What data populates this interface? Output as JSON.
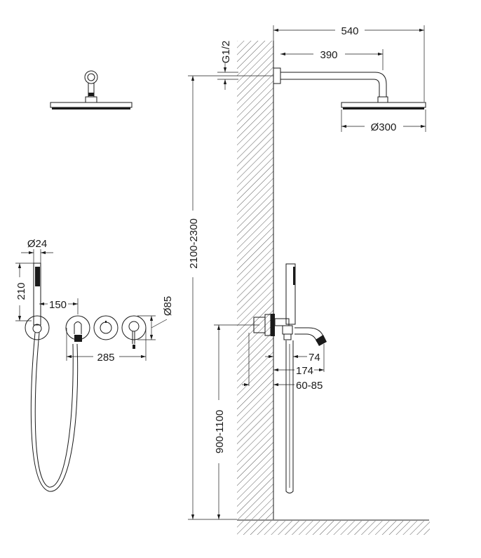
{
  "title": "Concealed shower system dimension drawing",
  "dimensions": {
    "overall_projection": "540",
    "arm_length": "390",
    "thread": "G1/2",
    "head_diameter": "Ø300",
    "head_height": "2100-2300",
    "handshower_diameter": "Ø24",
    "handshower_length": "210",
    "handshower_to_mixer": "150",
    "mixer_span": "285",
    "plate_diameter": "Ø85",
    "spout_outlet": "74",
    "spout_projection": "174",
    "wall_depth": "60-85",
    "mixer_height": "900-1100"
  }
}
